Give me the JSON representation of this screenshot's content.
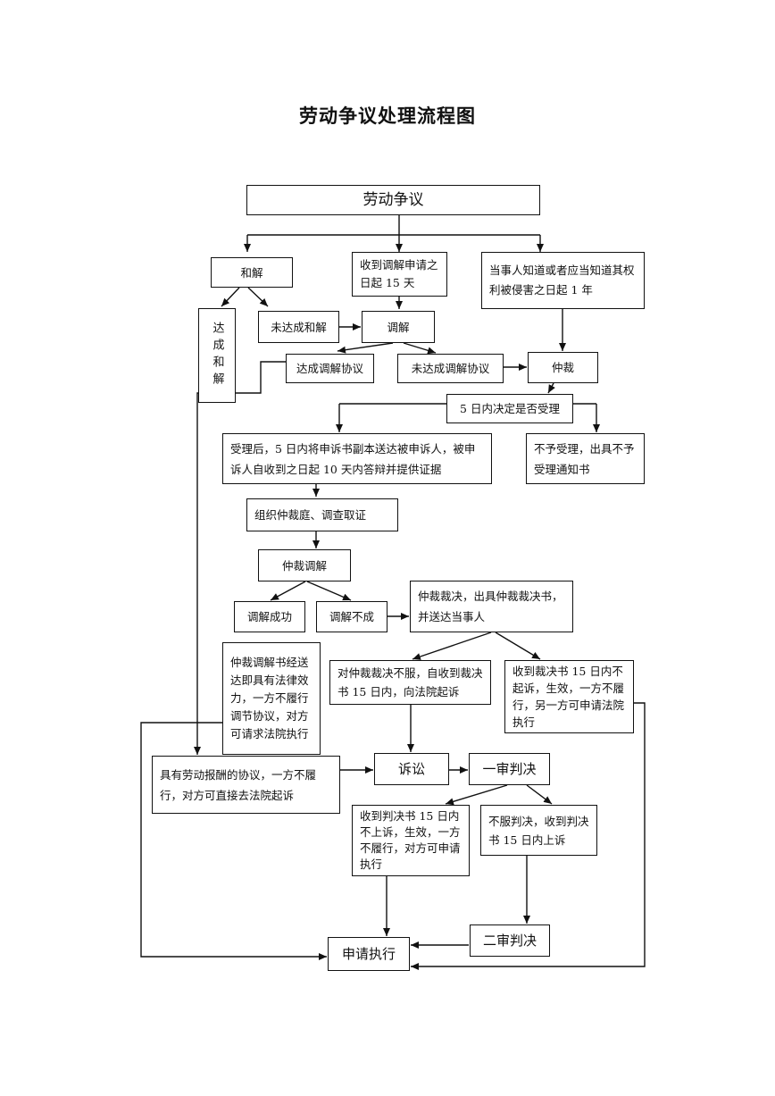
{
  "title": "劳动争议处理流程图",
  "nodes": {
    "dispute": "劳动争议",
    "reconcile": "和解",
    "apply_mediation": "收到调解申请之日起 15 天",
    "party_knows": "当事人知道或者应当知道其权利被侵害之日起 1 年",
    "reached_reconcile": "达成和解",
    "not_reconciled": "未达成和解",
    "mediation": "调解",
    "mediation_agreement": "达成调解协议",
    "no_mediation_agreement": "未达成调解协议",
    "arbitration": "仲裁",
    "decide_accept": "5 日内决定是否受理",
    "accepted": "受理后，5 日内将申诉书副本送达被申诉人，被申诉人自收到之日起 10 天内答辩并提供证据",
    "not_accepted": "不予受理，出具不予受理通知书",
    "tribunal": "组织仲裁庭、调查取证",
    "arb_mediation": "仲裁调解",
    "mediation_success": "调解成功",
    "mediation_fail": "调解不成",
    "arb_ruling": "仲裁裁决，出具仲裁裁决书，并送达当事人",
    "arb_doc_effective": "仲裁调解书经送达即具有法律效力，一方不履行调节协议，对方可请求法院执行",
    "disagree_ruling": "对仲裁裁决不服，自收到裁决书 15 日内，向法院起诉",
    "ruling_effective": "收到裁决书 15 日内不起诉，生效，一方不履行，另一方可申请法院执行",
    "salary_agreement": "具有劳动报酬的协议，一方不履行，对方可直接去法院起诉",
    "lawsuit": "诉讼",
    "first_instance": "一审判决",
    "no_appeal": "收到判决书 15 日内不上诉，生效，一方不履行，对方可申请执行",
    "appeal": "不服判决，收到判决书 15 日内上诉",
    "second_instance": "二审判决",
    "apply_execution": "申请执行"
  }
}
